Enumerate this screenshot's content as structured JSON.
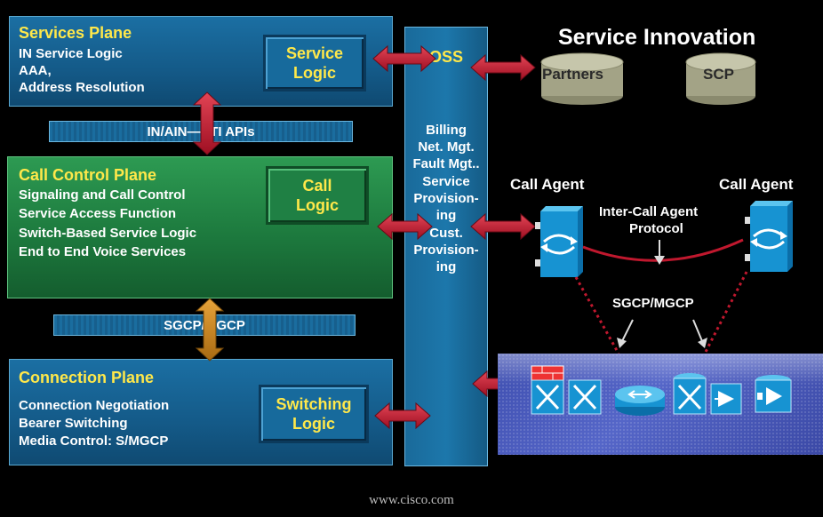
{
  "services_plane": {
    "title": "Services Plane",
    "lines": [
      "IN Service Logic",
      "AAA,",
      "Address Resolution"
    ],
    "logic_line1": "Service",
    "logic_line2": "Logic"
  },
  "api_bar_top": "IN/AIN—CTI APIs",
  "call_control_plane": {
    "title": "Call Control Plane",
    "lines": [
      "Signaling and Call Control",
      "Service Access Function",
      "Switch-Based Service Logic",
      "End to End Voice Services"
    ],
    "logic_line1": "Call",
    "logic_line2": "Logic"
  },
  "api_bar_bottom": "SGCP/MGCP",
  "connection_plane": {
    "title": "Connection Plane",
    "lines": [
      "Connection Negotiation",
      "Bearer Switching",
      "Media Control: S/MGCP"
    ],
    "logic_line1": "Switching",
    "logic_line2": "Logic"
  },
  "oss": {
    "label": "OSS",
    "functions": [
      "Billing",
      "Net. Mgt.",
      "Fault Mgt..",
      "Service",
      "Provision-",
      "ing",
      "Cust.",
      "Provision-",
      "ing"
    ]
  },
  "service_innovation": {
    "title": "Service Innovation",
    "partners": "Partners",
    "scp": "SCP"
  },
  "call_agent_left": "Call Agent",
  "call_agent_right": "Call Agent",
  "inter_call_agent": [
    "Inter-Call Agent",
    "Protocol"
  ],
  "sgcp_label": "SGCP/MGCP",
  "footer": "www.cisco.com",
  "colors": {
    "plane_blue": "#176a9c",
    "plane_green": "#1f8044",
    "title_yellow": "#ffe84a",
    "arrow_red": "#c0182e",
    "arrow_orange": "#c8861c",
    "protocol_line": "#c0182e"
  }
}
